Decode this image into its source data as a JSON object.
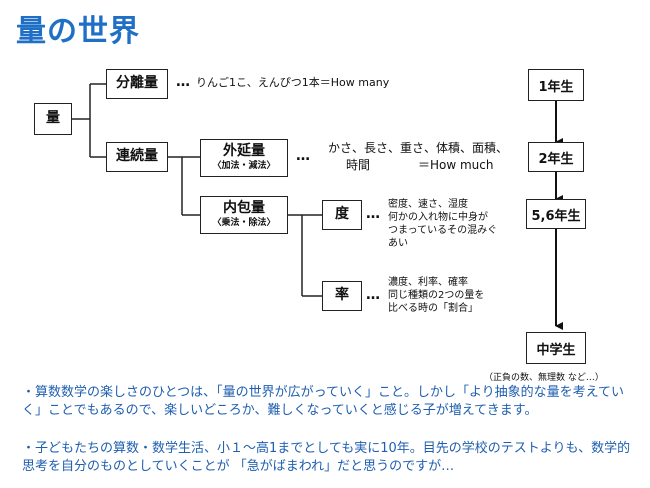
{
  "title": "量の世界",
  "tree": {
    "root": "量",
    "discrete": {
      "label": "分離量",
      "dots": "…",
      "desc": "りんご1こ、えんぴつ1本＝How many"
    },
    "continuous": {
      "label": "連続量"
    },
    "extensive": {
      "label": "外延量",
      "sub": "〈加法・減法〉",
      "dots": "…",
      "desc_line1": "かさ、長さ、重さ、体積、面積、",
      "desc_line2": "時間　　　　＝How much"
    },
    "intensive": {
      "label": "内包量",
      "sub": "〈乗法・除法〉"
    },
    "degree": {
      "label": "度",
      "dots": "…",
      "desc_lines": [
        "密度、速さ、湿度",
        "何かの入れ物に中身が",
        "つまっているその混みぐ",
        "あい"
      ]
    },
    "rate": {
      "label": "率",
      "dots": "…",
      "desc_lines": [
        "濃度、利率、確率",
        "同じ種類の2つの量を",
        "比べる時の「割合」"
      ]
    }
  },
  "grades": [
    "1年生",
    "2年生",
    "5,6年生",
    "中学生"
  ],
  "grade_note": "（正負の数、無理数 など…）",
  "paragraphs": [
    "・算数数学の楽しさのひとつは、「量の世界が広がっていく」こと。しかし「より抽象的な量を考えていく」ことでもあるので、楽しいどころか、難しくなっていくと感じる子が増えてきます。",
    "・子どもたちの算数・数学生活、小１～高1までとしても実に10年。目先の学校のテストよりも、数学的思考を自分のものとしていくことが 「急がばまわれ」だと思うのですが…"
  ]
}
